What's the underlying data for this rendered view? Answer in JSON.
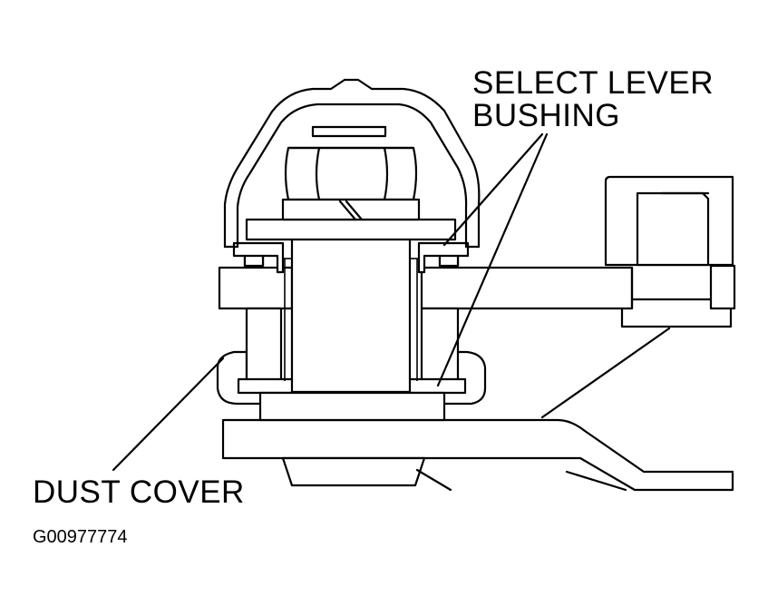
{
  "diagram": {
    "labels": {
      "select_lever_line1": "SELECT LEVER",
      "select_lever_line2": "BUSHING",
      "dust_cover": "DUST COVER",
      "figure_code": "G00977774"
    },
    "colors": {
      "stroke": "#000000",
      "background": "#ffffff"
    }
  }
}
